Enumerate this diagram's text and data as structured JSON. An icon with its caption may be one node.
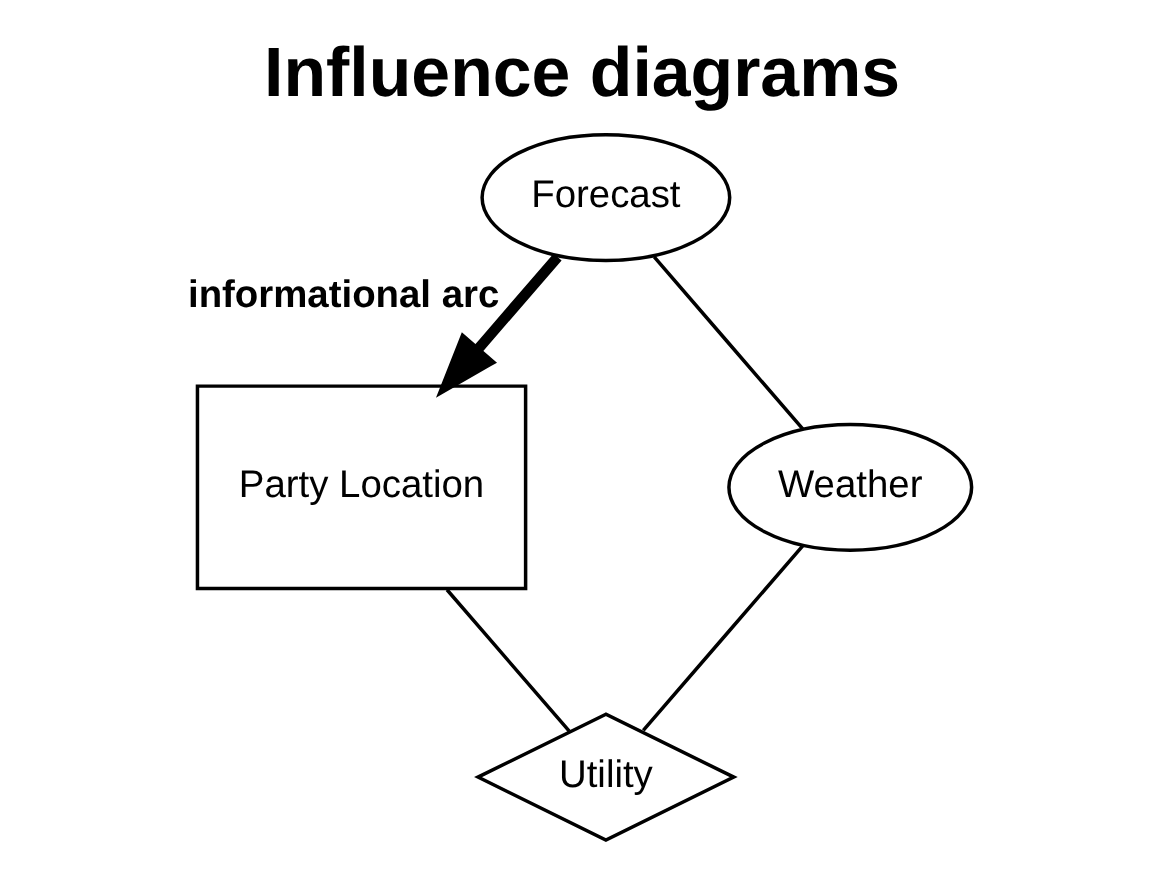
{
  "diagram": {
    "title": "Influence diagrams",
    "nodes": [
      {
        "text": [
          "Forecast"
        ]
      },
      {
        "text": [
          "Party Location"
        ]
      },
      {
        "text": [
          "Weather"
        ]
      },
      {
        "text": [
          "Utility"
        ]
      }
    ],
    "edges": [
      {
        "from": 0,
        "to": 1,
        "arrow": "to",
        "label": "informational arc",
        "style": "thick"
      },
      {
        "from": 0,
        "to": 2,
        "arrow": "none"
      },
      {
        "from": 1,
        "to": 3,
        "arrow": "none"
      },
      {
        "from": 2,
        "to": 3,
        "arrow": "none"
      }
    ]
  }
}
